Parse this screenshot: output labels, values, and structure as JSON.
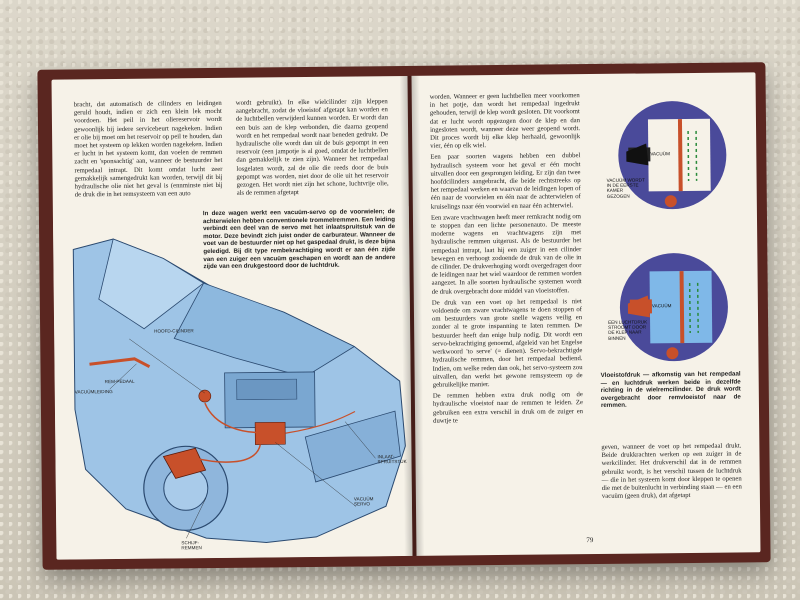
{
  "left_page": {
    "col1": [
      "bracht, dat automatisch de cilinders en leidingen geruld houdt, indien er zich een klein lek mocht voordoen. Het peil in het oliereservoir wordt gewoonlijk bij iedere servicebeurt nagekeken. Indien er olie bij moet om het reservoir op peil te houden, dan moet het systeem op lekken worden nagekeken. Indien er lucht in het systeem komt, dan voelen de remmen zacht en 'sponsachtig' aan, wanneer de bestuurder het rempedaal intrapt. Dit komt omdat lucht zeer gemakkelijk samengedrukt kan worden, terwijl dit bij hydraulische olie niet het geval is (ennminste niet bij de druk die in het remsysteem van een auto"
    ],
    "col2": [
      "wordt gebruikt). In elke wielcilinder zijn kleppen aangebracht, zodat de vloeistof afgetapt kan worden en de luchtbellen verwijderd kunnen worden. Er wordt dan een buis aan de klep verbonden, die daarna geopend wordt en het rempedaal wordt naar beneden gedrukt. De hydraulische olie wordt dan uit de buis gepompt in een reservoir (een jampotje is al goed, omdat de luchtbellen dan gemakkelijk te zien zijn). Wanneer het rempedaal losgelaten wordt, zal de olie die reeds door de buis gepompt was worden, niet door de olie uit het reservoir gezogen. Het wordt niet zijn het schone, luchtvrije olie, als de remmen afgetapt"
    ],
    "caption": "In deze wagen werkt een vacuüm-servo op de voorwielen; de achterwielen hebben conventionele trommelremmen. Een leiding verbindt een deel van de servo met het inlaatspruitstuk van de motor. Deze bevindt zich juist onder de carburateur. Wanneer de voet van de bestuurder niet op het gaspedaal drukt, is deze bijna geledigd. Bij dit type rembekrachtiging wordt er aan één zijde van een zuiger een vacuüm geschapen en wordt aan de andere zijde van een drukgestoord door de luchtdruk.",
    "labels": {
      "cylinder": "hoofd-cilinder",
      "pedal": "rem-pedaal",
      "tubing": "vacuümleiding",
      "manifold": "inlaat-spruitstuk",
      "servo": "vacuüm servo",
      "brakes": "schijf-remmen"
    }
  },
  "right_page": {
    "col1": [
      "worden. Wanneer er geen luchtbellen meer voorkomen in het potje, dan wordt het rempedaal ingedrukt gehouden, terwijl de klep wordt gesloten. Dit voorkomt dat er lucht wordt opgezogen door de klep en dan ingesloten wordt, wanneer deze weer geopend wordt. Dit proces wordt bij elke klep herhaald, gewoonlijk vier, één op elk wiel.",
      "Een paar soorten wagens hebben een dubbel hydraulisch systeem voor het geval er één mocht uitvallen door een gesprongen leiding. Er zijn dan twee hoofdcilinders aangebracht, die beide rechtstreeks op het rempedaal werken en waarvan de leidingen lopen of één naar de voorwielen en één naar de achterwielen of kruiselings naar één voorwiel en naar één achterwiel.",
      "Een zware vrachtwagen heeft meer remkracht nodig om te stoppen dan een lichte personenauto. De meeste moderne wagens en vrachtwagens zijn met hydraulische remmen uitgerust. Als de bestuurder het rempedaal intrapt, laat hij een zuiger in een cilinder bewegen en verhoogt zodoende de druk van de olie in de cilinder. De drukverhoging wordt overgedragen door de leidingen naar het wiel waardoor de remmen worden aangezet. In alle soorten hydraulische systemen wordt de druk overgebracht door middel van vloeistoffen.",
      "De druk van een voet op het rempedaal is niet voldoende om zware vrachtwagens te doen stoppen of om bestuurders van grote snelle wagens veilig en zonder al te grote inspanning te laten remmen. De bestuurder heeft dan enige hulp nodig. Dit wordt een servo-bekrachtiging genoemd, afgeleid van het Engelse werkwoord 'to serve' (= dienen). Servo-bekrachtigde hydraulische remmen, door het rempedaal bediend. Indien, om welke reden dan ook, het servo-systeem zou uitvallen, dan werkt het gewone remsysteem op de gebruikelijke manier.",
      "De remmen hebben extra druk nodig om de hydraulische vloeistof naar de remmen te leiden. Ze gebruiken een extra verschil in druk om de zuiger en duwtje te"
    ],
    "col2": [
      "geven, wanneer de voet op het rempedaal drukt. Beide drukkrachten werken op een zuiger in de werkcilinder. Het drukverschil dat in de remmen gebruikt wordt, is het verschil tussen de luchtdruk — die in het systeem komt door kleppen te openen die met de buitenlucht in verbinding staan — en een vacuüm (geen druk), dat afgetapt"
    ],
    "caption": "Vloeistofdruk — afkomstig van het rempedaal — en luchtdruk werken beide in dezelfde richting in de wielremcilinder. De druk wordt overgebracht door remvloeistof naar de remmen.",
    "diagram_top": {
      "title": "vacuüm",
      "side_label": "vacuüm wordt in de eerste kamer gezogen"
    },
    "diagram_bottom": {
      "title": "vacuüm",
      "side_label": "een luchtdruk stroomt door de klep naar binnen"
    },
    "page_number": "79"
  },
  "colors": {
    "paper": "#f6f2e8",
    "illustration_blue": "#9ec4e6",
    "diagram_purple": "#4a4a9a",
    "brake_orange": "#c8502a",
    "cover": "#5a2620"
  }
}
